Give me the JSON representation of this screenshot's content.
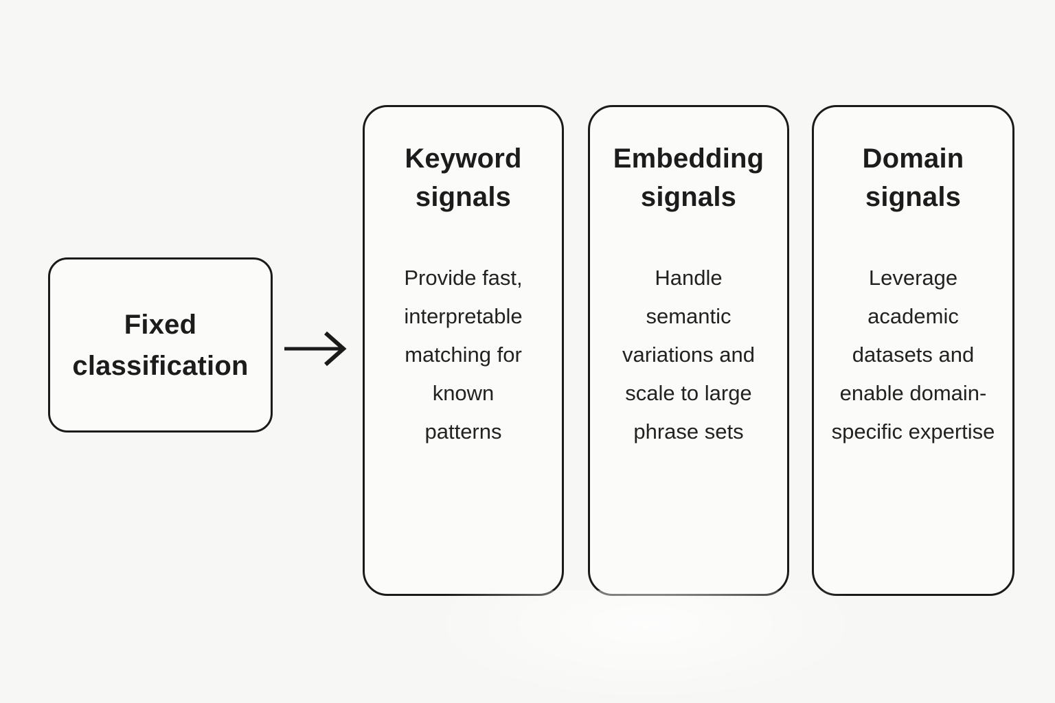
{
  "colors": {
    "background": "#f7f7f5",
    "card_fill": "#fbfbfa",
    "stroke": "#1a1a1a",
    "text": "#1c1c1c"
  },
  "diagram": {
    "source_box": {
      "label": "Fixed classification"
    },
    "arrow_icon": "right-arrow",
    "cards": [
      {
        "title": "Keyword signals",
        "description": "Provide fast, interpretable matching for known patterns"
      },
      {
        "title": "Embedding signals",
        "description": "Handle semantic variations and scale to large phrase sets"
      },
      {
        "title": "Domain signals",
        "description": "Leverage academic datasets and enable domain-specific expertise"
      }
    ]
  }
}
